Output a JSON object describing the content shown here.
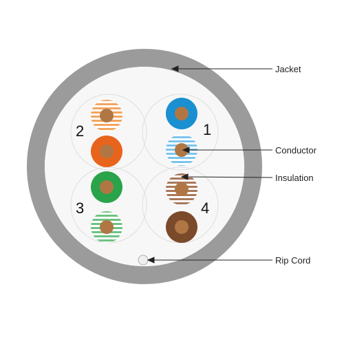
{
  "labels": {
    "jacket": "Jacket",
    "conductor": "Conductor",
    "insulation": "Insulation",
    "rip_cord": "Rip Cord"
  },
  "pairs": [
    {
      "number": "1",
      "color": "#1a8fd1",
      "striped_color": "#7cc4ec"
    },
    {
      "number": "2",
      "color": "#e8641c",
      "striped_color": "#f3a55e"
    },
    {
      "number": "3",
      "color": "#2aa34a",
      "striped_color": "#6fc283"
    },
    {
      "number": "4",
      "color": "#7b4a2b",
      "striped_color": "#a9785a"
    }
  ],
  "colors": {
    "jacket": "#9b9b9b",
    "jacket_inner": "#f7f7f7",
    "conductor": "#b07745",
    "pair_outline": "#dedede",
    "rip_cord": "#eeeeee"
  }
}
